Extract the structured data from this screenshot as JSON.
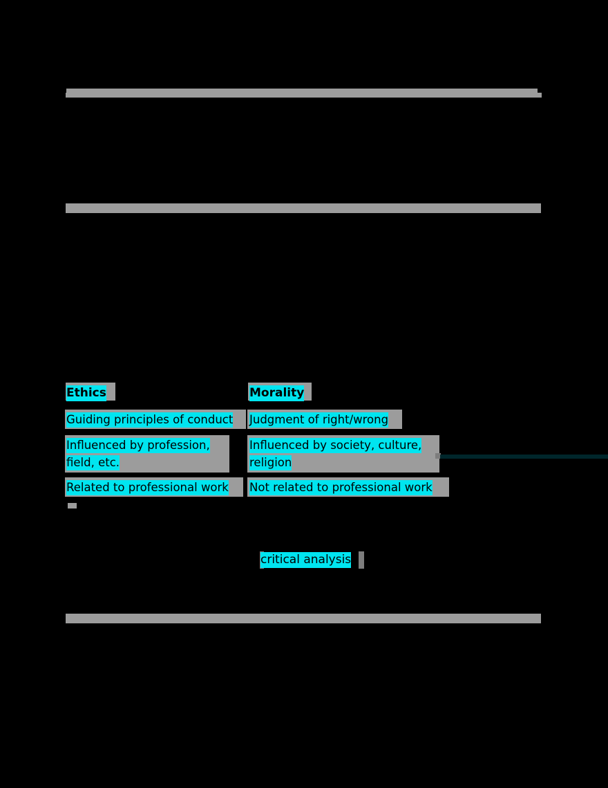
{
  "page": {
    "background_color": "#000000",
    "highlight_color": "#00e5f0",
    "rule_color": "#9c9c9c",
    "accent_line_color": "#00262b",
    "text_color": "#000000"
  },
  "dividers": [
    {
      "name": "top-rule",
      "label": ""
    },
    {
      "name": "middle-rule",
      "label": ""
    },
    {
      "name": "bottom-rule",
      "label": ""
    }
  ],
  "comparison_table": {
    "columns": [
      {
        "header": "Ethics"
      },
      {
        "header": "Morality"
      }
    ],
    "rows": [
      {
        "ethics": "Guiding principles of conduct",
        "morality": "Judgment of right/wrong"
      },
      {
        "ethics": "Influenced by profession, field, etc.",
        "morality": "Influenced by society, culture, religion"
      },
      {
        "ethics": "Related to professional work",
        "morality": "Not related to professional work"
      }
    ]
  },
  "highlighted_phrase": {
    "text": "critical analysis"
  }
}
